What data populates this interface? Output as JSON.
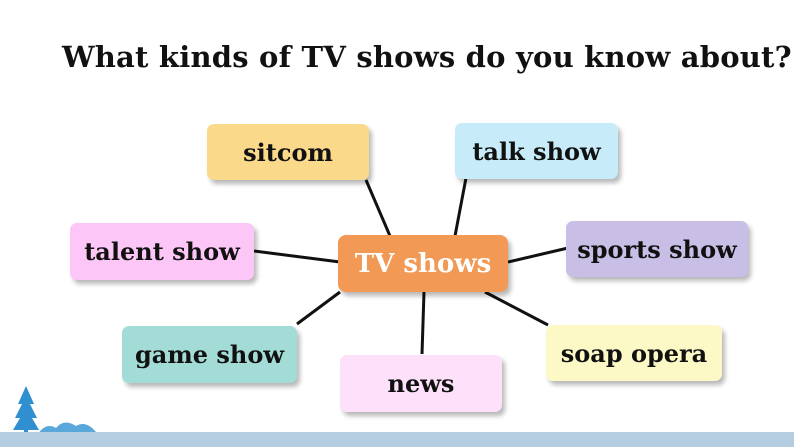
{
  "title": "What kinds of TV shows do you know about?",
  "center": {
    "label": "TV shows",
    "color": "#f29a55"
  },
  "nodes": [
    {
      "label": "sitcom",
      "color": "#fbd98a"
    },
    {
      "label": "talk show",
      "color": "#c7ebf8"
    },
    {
      "label": "talent show",
      "color": "#fcc6f7"
    },
    {
      "label": "sports show",
      "color": "#c9bfe6"
    },
    {
      "label": "game show",
      "color": "#a3dcd7"
    },
    {
      "label": "news",
      "color": "#fde1fa"
    },
    {
      "label": "soap opera",
      "color": "#fdf9c7"
    }
  ],
  "decor": {
    "line_color": "#111111",
    "footer_color": "#b5cde0",
    "tree_color": "#2f8fd0"
  }
}
